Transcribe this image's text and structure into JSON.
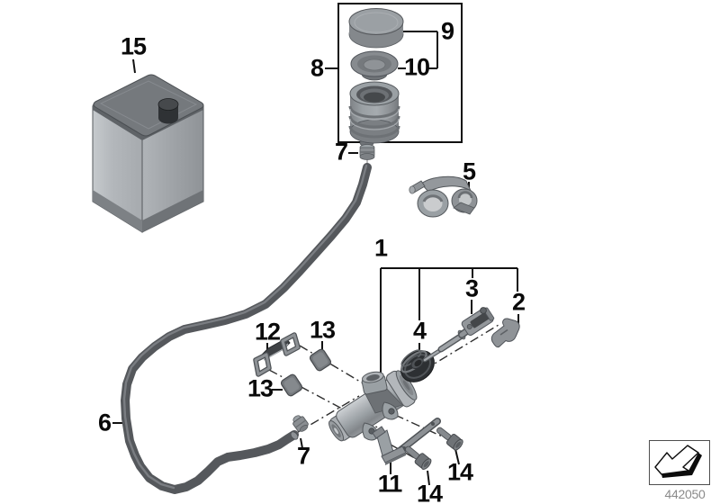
{
  "diagram": {
    "background": "#ffffff",
    "line_color": "#111111",
    "label_color": "#0a0a0a",
    "metal_color": "#9aa0a4",
    "rubber_color": "#2d3033",
    "hose_color": "#55585c",
    "callouts": [
      {
        "ref": "15"
      },
      {
        "ref": "9"
      },
      {
        "ref": "8"
      },
      {
        "ref": "10"
      },
      {
        "ref": "7"
      },
      {
        "ref": "5"
      },
      {
        "ref": "1"
      },
      {
        "ref": "3"
      },
      {
        "ref": "2"
      },
      {
        "ref": "4"
      },
      {
        "ref": "12"
      },
      {
        "ref": "13"
      },
      {
        "ref": "13"
      },
      {
        "ref": "6"
      },
      {
        "ref": "7"
      },
      {
        "ref": "11"
      },
      {
        "ref": "14"
      },
      {
        "ref": "14"
      }
    ],
    "footer": {
      "diagram_number": "442050"
    }
  }
}
